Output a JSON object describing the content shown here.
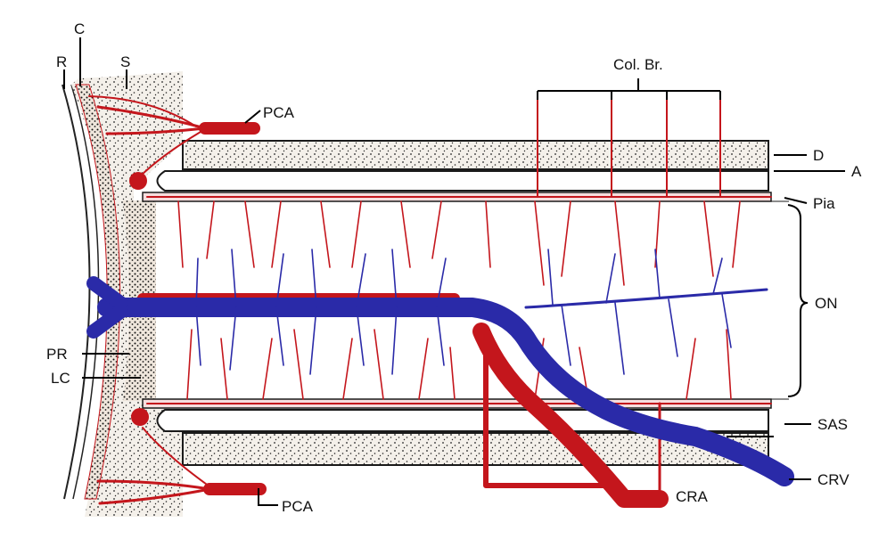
{
  "labels": {
    "retina": "R",
    "choroid": "C",
    "sclera": "S",
    "pca_top": "PCA",
    "pca_bottom": "PCA",
    "col_br": "Col. Br.",
    "dura": "D",
    "arachnoid": "A",
    "pia": "Pia",
    "optic_nerve": "ON",
    "prelaminar": "PR",
    "lamina_cribrosa": "LC",
    "subarachnoid_space": "SAS",
    "cra": "CRA",
    "crv": "CRV"
  },
  "colors": {
    "artery": "#c4161c",
    "vein": "#2a2aa8",
    "tissue": "#f3efe9",
    "stipple": "#222222"
  }
}
